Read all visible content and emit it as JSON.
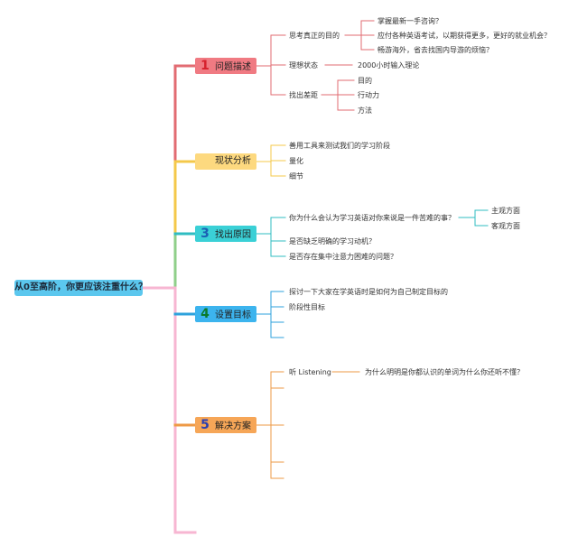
{
  "root": {
    "label": "从0至高阶，你更应该注重什么？"
  },
  "branches": [
    {
      "number": "1",
      "label": "问题描述",
      "color": "#f07a82",
      "line": "#e26b72",
      "numColor": "#d6202c",
      "children": [
        {
          "label": "思考真正的目的",
          "children": [
            {
              "label": "掌握最新一手咨询？"
            },
            {
              "label": "应付各种英语考试，以期获得更多，更好的就业机会？"
            },
            {
              "label": "畅游海外，省去找国内导游的烦恼？"
            }
          ]
        },
        {
          "label": "理想状态",
          "children": [
            {
              "label": "2000小时输入理论"
            }
          ]
        },
        {
          "label": "找出差距",
          "children": [
            {
              "label": "目的"
            },
            {
              "label": "行动力"
            },
            {
              "label": "方法"
            }
          ]
        }
      ]
    },
    {
      "number": "",
      "label": "现状分析",
      "color": "#fdd97f",
      "line": "#f4c84a",
      "numColor": "#333333",
      "children": [
        {
          "label": "善用工具来测试我们的学习阶段"
        },
        {
          "label": "量化"
        },
        {
          "label": "细节"
        }
      ]
    },
    {
      "number": "3",
      "label": "找出原因",
      "color": "#3ad0d6",
      "line": "#2fbcc2",
      "numColor": "#1a5fb4",
      "children": [
        {
          "label": "你为什么会认为学习英语对你来说是一件苦难的事？",
          "children": [
            {
              "label": "主观方面"
            },
            {
              "label": "客观方面"
            }
          ]
        },
        {
          "label": "是否缺乏明确的学习动机？"
        },
        {
          "label": "是否存在集中注意力困难的问题？"
        }
      ]
    },
    {
      "number": "4",
      "label": "设置目标",
      "color": "#3cb4ee",
      "line": "#2ea2dc",
      "numColor": "#0a7a2a",
      "children": [
        {
          "label": "探讨一下大家在学英语时是如何为自己制定目标的"
        },
        {
          "label": "阶段性目标"
        },
        {
          "label": ""
        },
        {
          "label": ""
        }
      ]
    },
    {
      "number": "5",
      "label": "解决方案",
      "color": "#f6a657",
      "line": "#ee9a46",
      "numColor": "#2a3fb0",
      "children": [
        {
          "label": "听 Listening",
          "children": [
            {
              "label": "为什么明明是你都认识的单词为什么你还听不懂？"
            }
          ]
        },
        {
          "label": ""
        },
        {
          "label": ""
        },
        {
          "label": ""
        },
        {
          "label": ""
        },
        {
          "label": ""
        }
      ]
    }
  ]
}
